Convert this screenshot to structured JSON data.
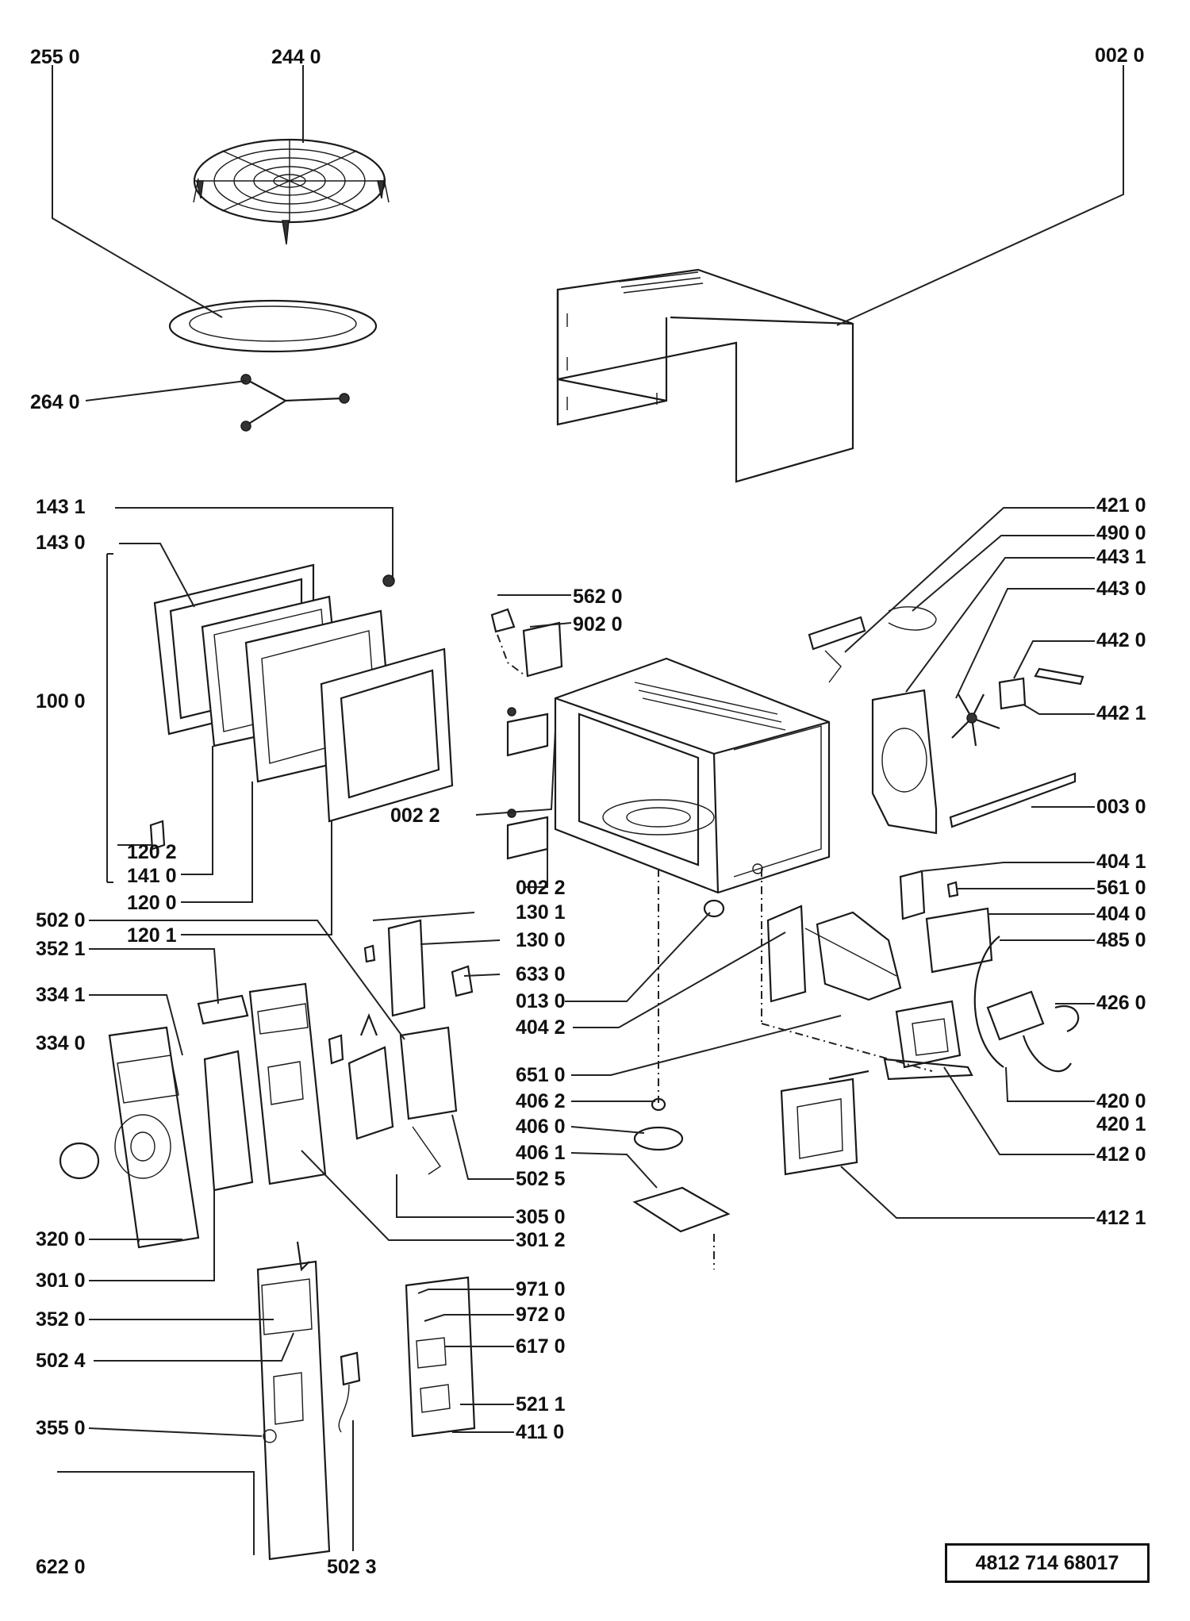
{
  "labels": {
    "l2550": "255 0",
    "l2440": "244 0",
    "l0020": "002 0",
    "l2640": "264 0",
    "l1431": "143 1",
    "l1430": "143 0",
    "l1000": "100 0",
    "l1202": "120 2",
    "l1410": "141 0",
    "l1200": "120 0",
    "l1201": "120 1",
    "l5620": "562  0",
    "l9020": "902  0",
    "l0022a": "002 2",
    "l0022b": "002 2",
    "l4210": "421 0",
    "l4900": "490 0",
    "l4431": "443 1",
    "l4430": "443 0",
    "l4420": "442 0",
    "l4421": "442 1",
    "l0030": "003 0",
    "l4041": "404 1",
    "l5610": "561 0",
    "l4040": "404 0",
    "l4850": "485 0",
    "l4260": "426 0",
    "l4200": "420 0",
    "l4201": "420 1",
    "l4120": "412 0",
    "l4121": "412 1",
    "l5020": "502 0",
    "l3521": "352 1",
    "l3341": "334 1",
    "l3340": "334 0",
    "l3200": "320 0",
    "l3010": "301 0",
    "l1301": "130 1",
    "l1300": "130 0",
    "l6330": "633 0",
    "l0130": "013 0",
    "l4042": "404 2",
    "l6510": "651 0",
    "l4062": "406 2",
    "l4060": "406 0",
    "l4061": "406 1",
    "l5025": "502 5",
    "l3050": "305 0",
    "l3012": "301 2",
    "l9710": "971 0",
    "l9720": "972 0",
    "l6170": "617  0",
    "l5211": "521 1",
    "l4110": "411 0",
    "l3520": "352 0",
    "l5024": "502 4",
    "l3550": "355 0",
    "l6220": "622 0",
    "l5023": "502  3"
  },
  "document_number": "4812   714   68017"
}
